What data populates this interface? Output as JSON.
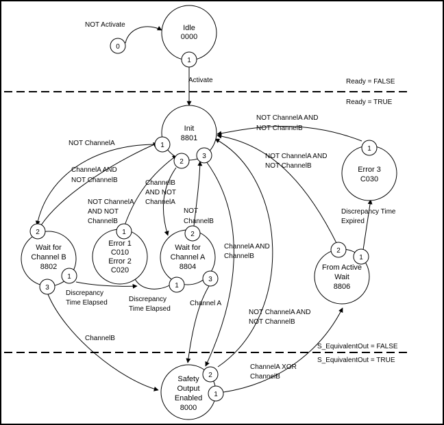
{
  "states": {
    "idle": [
      "Idle",
      "0000"
    ],
    "init": [
      "Init",
      "8801"
    ],
    "wait_b": [
      "Wait for",
      "Channel B",
      "8802"
    ],
    "error12": [
      "Error 1",
      "C010",
      "Error 2",
      "C020"
    ],
    "wait_a": [
      "Wait for",
      "Channel A",
      "8804"
    ],
    "error3": [
      "Error 3",
      "C030"
    ],
    "from_active": [
      "From Active",
      "Wait",
      "8806"
    ],
    "safety": [
      "Safety",
      "Output",
      "Enabled",
      "8000"
    ]
  },
  "ports": {
    "start": "0",
    "idle_1": "1",
    "init_1": "1",
    "init_2": "2",
    "init_3": "3",
    "waitb_2": "2",
    "waitb_1": "1",
    "waitb_3": "3",
    "err12_1": "1",
    "waita_2": "2",
    "waita_1": "1",
    "waita_3": "3",
    "err3_1": "1",
    "fa_2": "2",
    "fa_1": "1",
    "so_2": "2",
    "so_1": "1"
  },
  "edge_labels": {
    "not_activate": [
      "NOT Activate"
    ],
    "activate": [
      "Activate"
    ],
    "ready_false": [
      "Ready = FALSE"
    ],
    "ready_true": [
      "Ready = TRUE"
    ],
    "not_channela": [
      "NOT ChannelA"
    ],
    "cha_and_not_chb": [
      "ChannelA  AND",
      "NOT ChannelB"
    ],
    "chb_and_not_cha": [
      "ChannelB",
      "AND NOT",
      "ChannelA"
    ],
    "not_cha_and_not_chb_err": [
      "NOT ChannelA",
      "AND NOT",
      "ChannelB"
    ],
    "not_channelb": [
      "NOT",
      "ChannelB"
    ],
    "top_not_both": [
      "NOT ChannelA  AND",
      "NOT ChannelB"
    ],
    "mid_not_both": [
      "NOT ChannelA  AND",
      "NOT ChannelB"
    ],
    "discrepancy_expired": [
      "Discrepancy Time",
      "Expired"
    ],
    "cha_and_chb": [
      "ChannelA  AND",
      "ChannelB"
    ],
    "discrepancy_b": [
      "Discrepancy",
      "Time Elapsed"
    ],
    "discrepancy_a": [
      "Discrepancy",
      "Time Elapsed"
    ],
    "channel_a": [
      "Channel A"
    ],
    "channel_b": [
      "ChannelB"
    ],
    "low_not_both": [
      "NOT ChannelA  AND",
      "NOT ChannelB"
    ],
    "xor": [
      "ChannelA  XOR",
      "ChannelB"
    ],
    "seq_false": [
      "S_EquivalentOut = FALSE"
    ],
    "seq_true": [
      "S_EquivalentOut = TRUE"
    ]
  }
}
